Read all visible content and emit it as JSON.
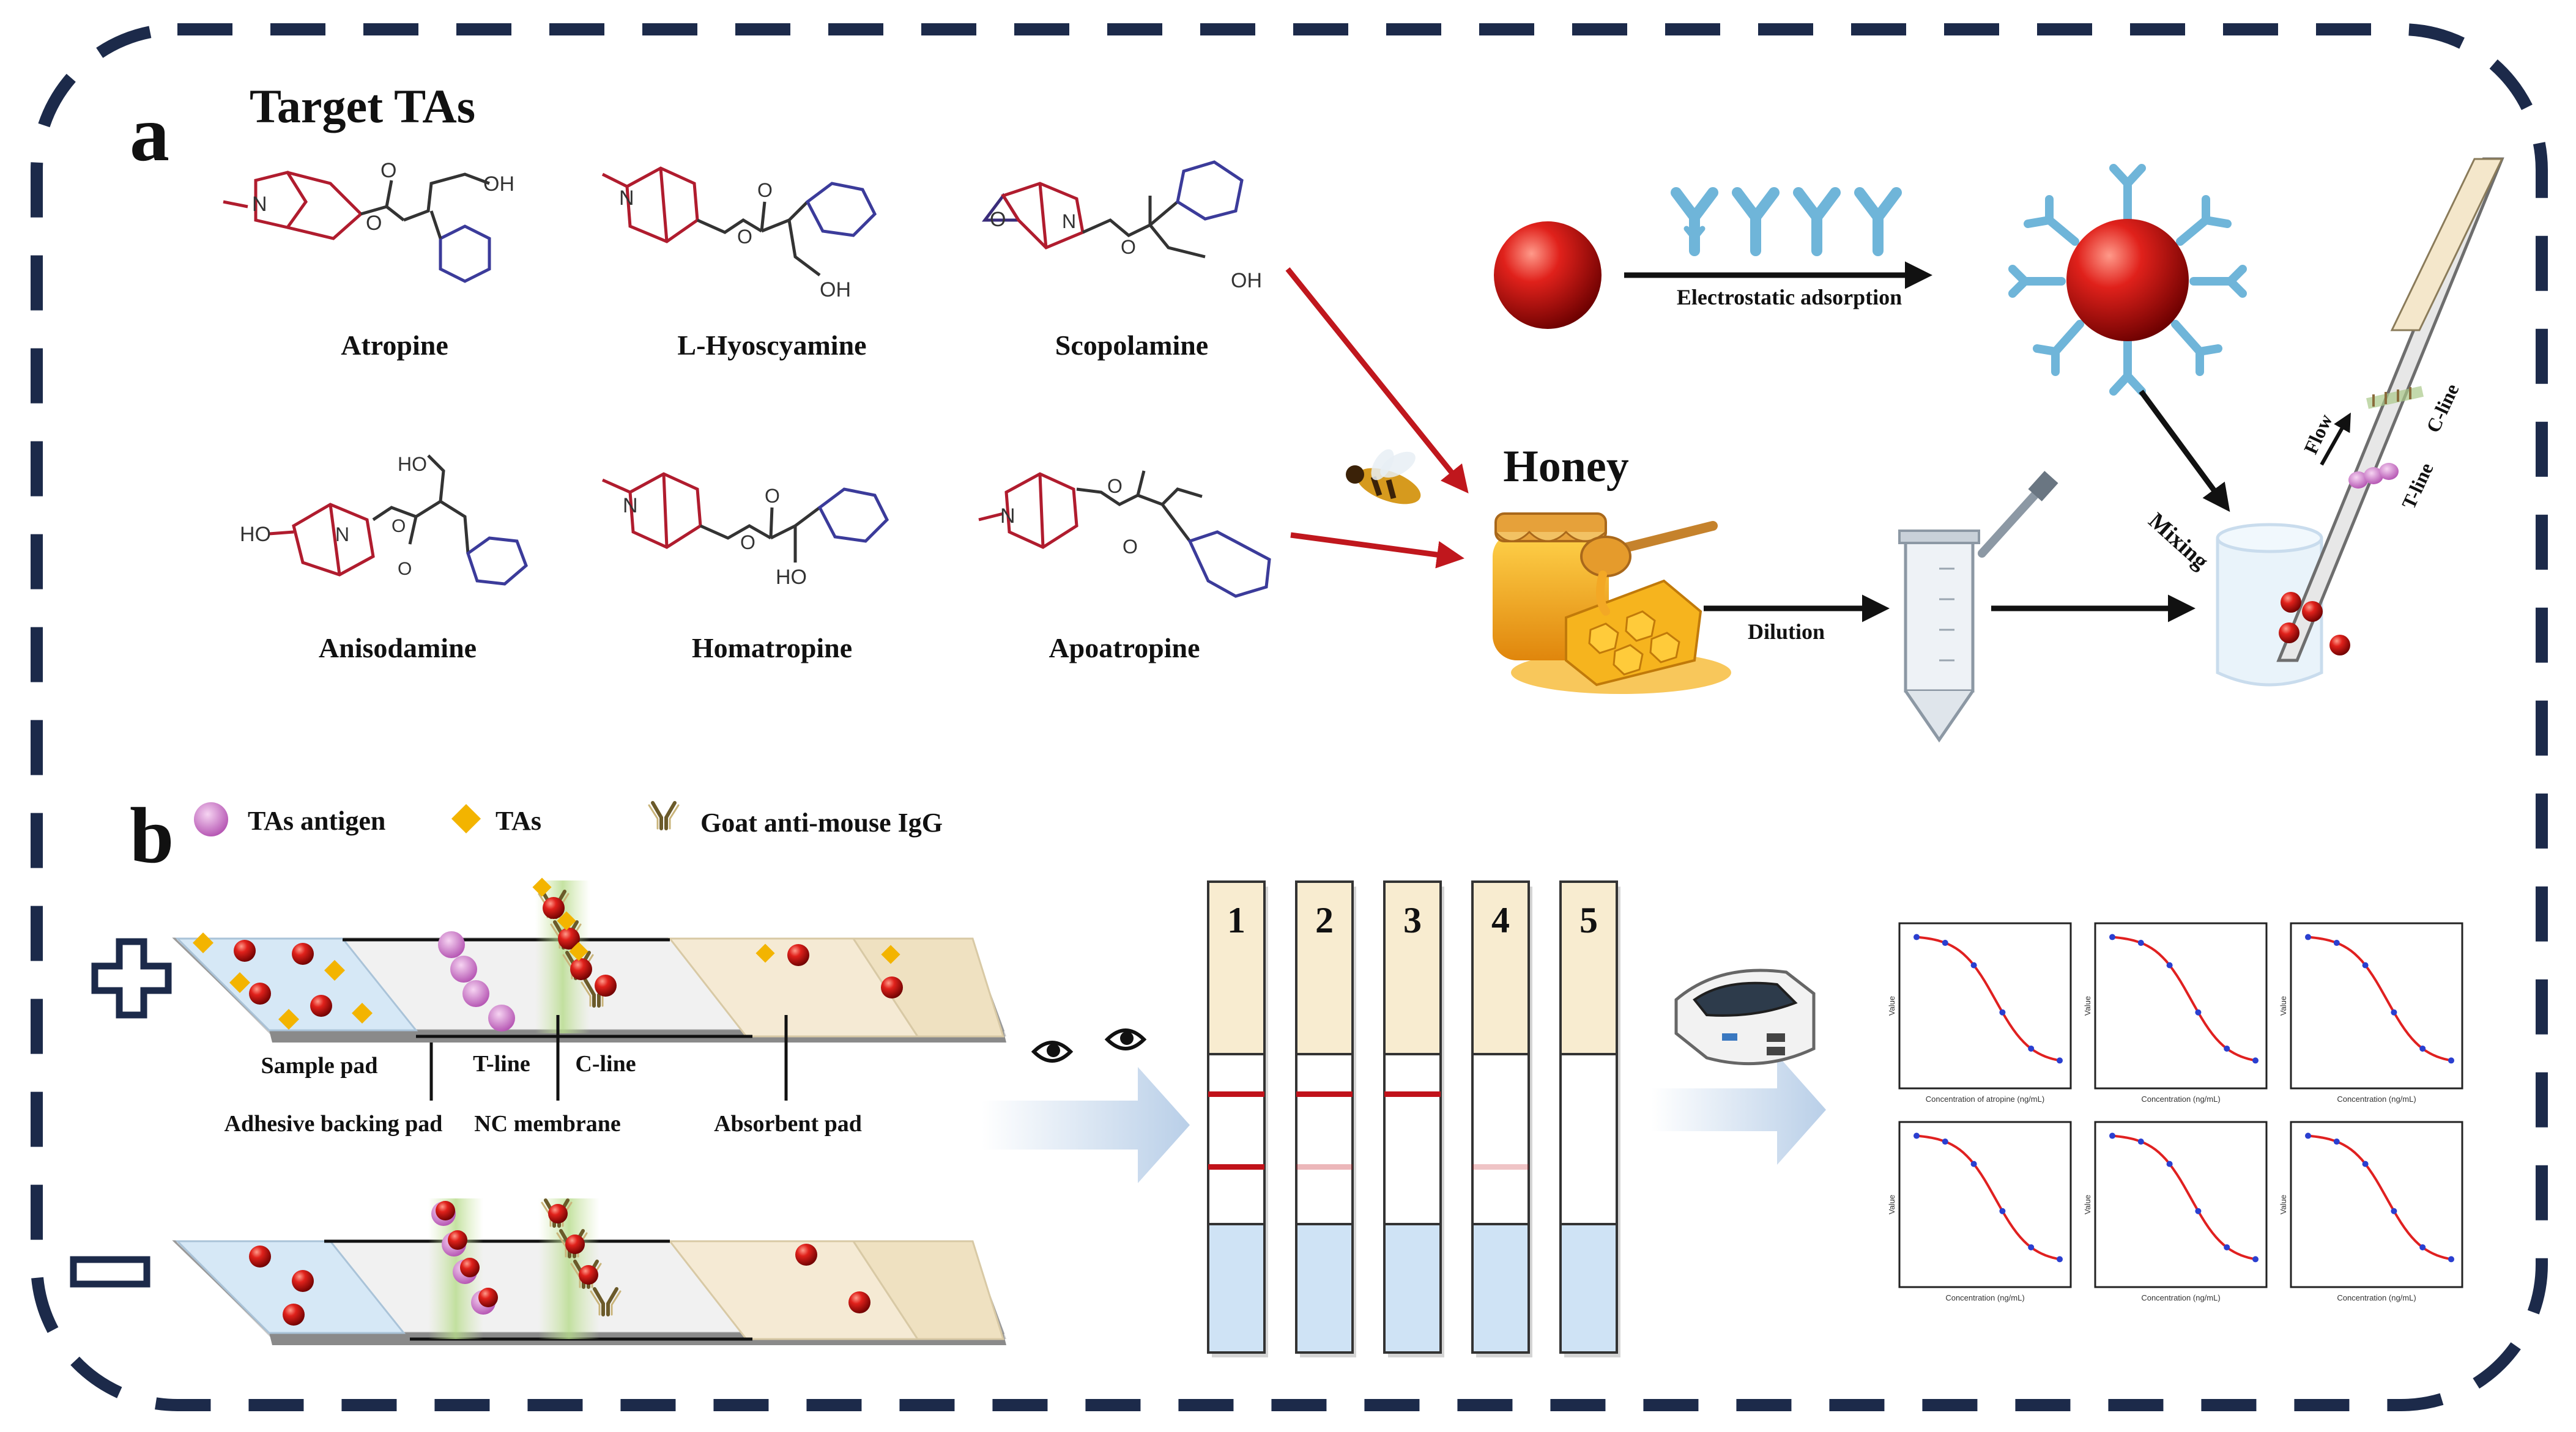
{
  "panel_a": {
    "label": "a",
    "section_title": "Target TAs",
    "compounds": [
      "Atropine",
      "L-Hyoscyamine",
      "Scopolamine",
      "Anisodamine",
      "Homatropine",
      "Apoatropine"
    ],
    "atoms": {
      "oh": "OH",
      "ho": "HO",
      "n": "N"
    },
    "steps": {
      "electrostatic": "Electrostatic adsorption",
      "honey": "Honey",
      "dilution": "Dilution",
      "mixing": "Mixing"
    },
    "strip_labels": {
      "flow": "Flow",
      "c_line": "C-line",
      "t_line": "T-line"
    }
  },
  "panel_b": {
    "label": "b",
    "legend": [
      "TAs antigen",
      "TAs",
      "Goat anti-mouse IgG"
    ],
    "strip_parts": {
      "sample_pad": "Sample pad",
      "t_line": "T-line",
      "c_line": "C-line",
      "adhesive": "Adhesive backing pad",
      "nc_membrane": "NC membrane",
      "absorbent": "Absorbent pad"
    },
    "strip_numbers": [
      "1",
      "2",
      "3",
      "4",
      "5"
    ],
    "t_line_intensity": [
      1.0,
      0.3,
      0.0,
      0.25,
      0.0
    ],
    "c_line_present": [
      true,
      true,
      true,
      false,
      false
    ],
    "calibration_xlabels": [
      "Concentration of atropine (ng/mL)",
      "Concentration (ng/mL)",
      "Concentration (ng/mL)",
      "Concentration (ng/mL)",
      "Concentration (ng/mL)",
      "Concentration (ng/mL)"
    ],
    "calibration_ylabel": "Value"
  },
  "colors": {
    "border": "#1c2a4a",
    "red_arrow": "#c0171d",
    "ring": "#3b3b9a",
    "nitrogen": "#b01c2e",
    "antibody": "#6fb5d9",
    "sample_pad": "#d6e8f6",
    "absorbent_pad": "#f5ead4",
    "fit_curve": "#e02020",
    "data_point": "#2a3fd0"
  }
}
